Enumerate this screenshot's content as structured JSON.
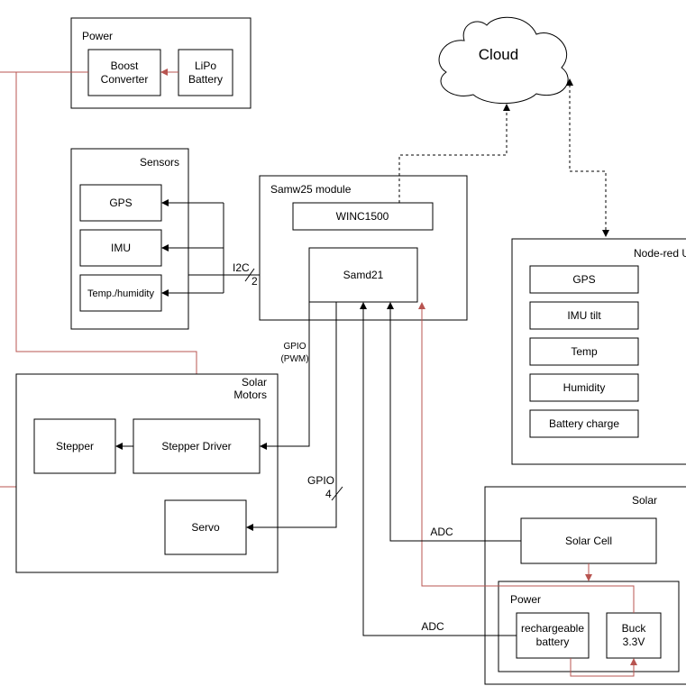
{
  "power_top": {
    "label": "Power",
    "boost": [
      "Boost",
      "Converter"
    ],
    "lipo": [
      "LiPo",
      "Battery"
    ]
  },
  "sensors": {
    "label": "Sensors",
    "items": [
      "GPS",
      "IMU",
      "Temp./humidity"
    ]
  },
  "bus": {
    "label": "I2C",
    "width": "2"
  },
  "samw25": {
    "label": "Samw25 module",
    "winc": "WINC1500",
    "samd": "Samd21"
  },
  "cloud": {
    "label": "Cloud"
  },
  "nodered": {
    "label": "Node-red U",
    "items": [
      "GPS",
      "IMU tilt",
      "Temp",
      "Humidity",
      "Battery charge"
    ]
  },
  "gpio_pwm": [
    "GPIO",
    "(PWM)"
  ],
  "gpio4": {
    "label": "GPIO",
    "width": "4"
  },
  "motors": {
    "label": [
      "Solar",
      "Motors"
    ],
    "stepper": "Stepper",
    "driver": "Stepper Driver",
    "servo": "Servo"
  },
  "adc_labels": [
    "ADC",
    "ADC"
  ],
  "solar": {
    "label": "Solar",
    "cell": "Solar Cell",
    "power": "Power",
    "battery": [
      "rechargeable",
      "battery"
    ],
    "buck": [
      "Buck",
      "3.3V"
    ]
  },
  "colors": {
    "power_line": "#b85450",
    "line": "#000000"
  }
}
